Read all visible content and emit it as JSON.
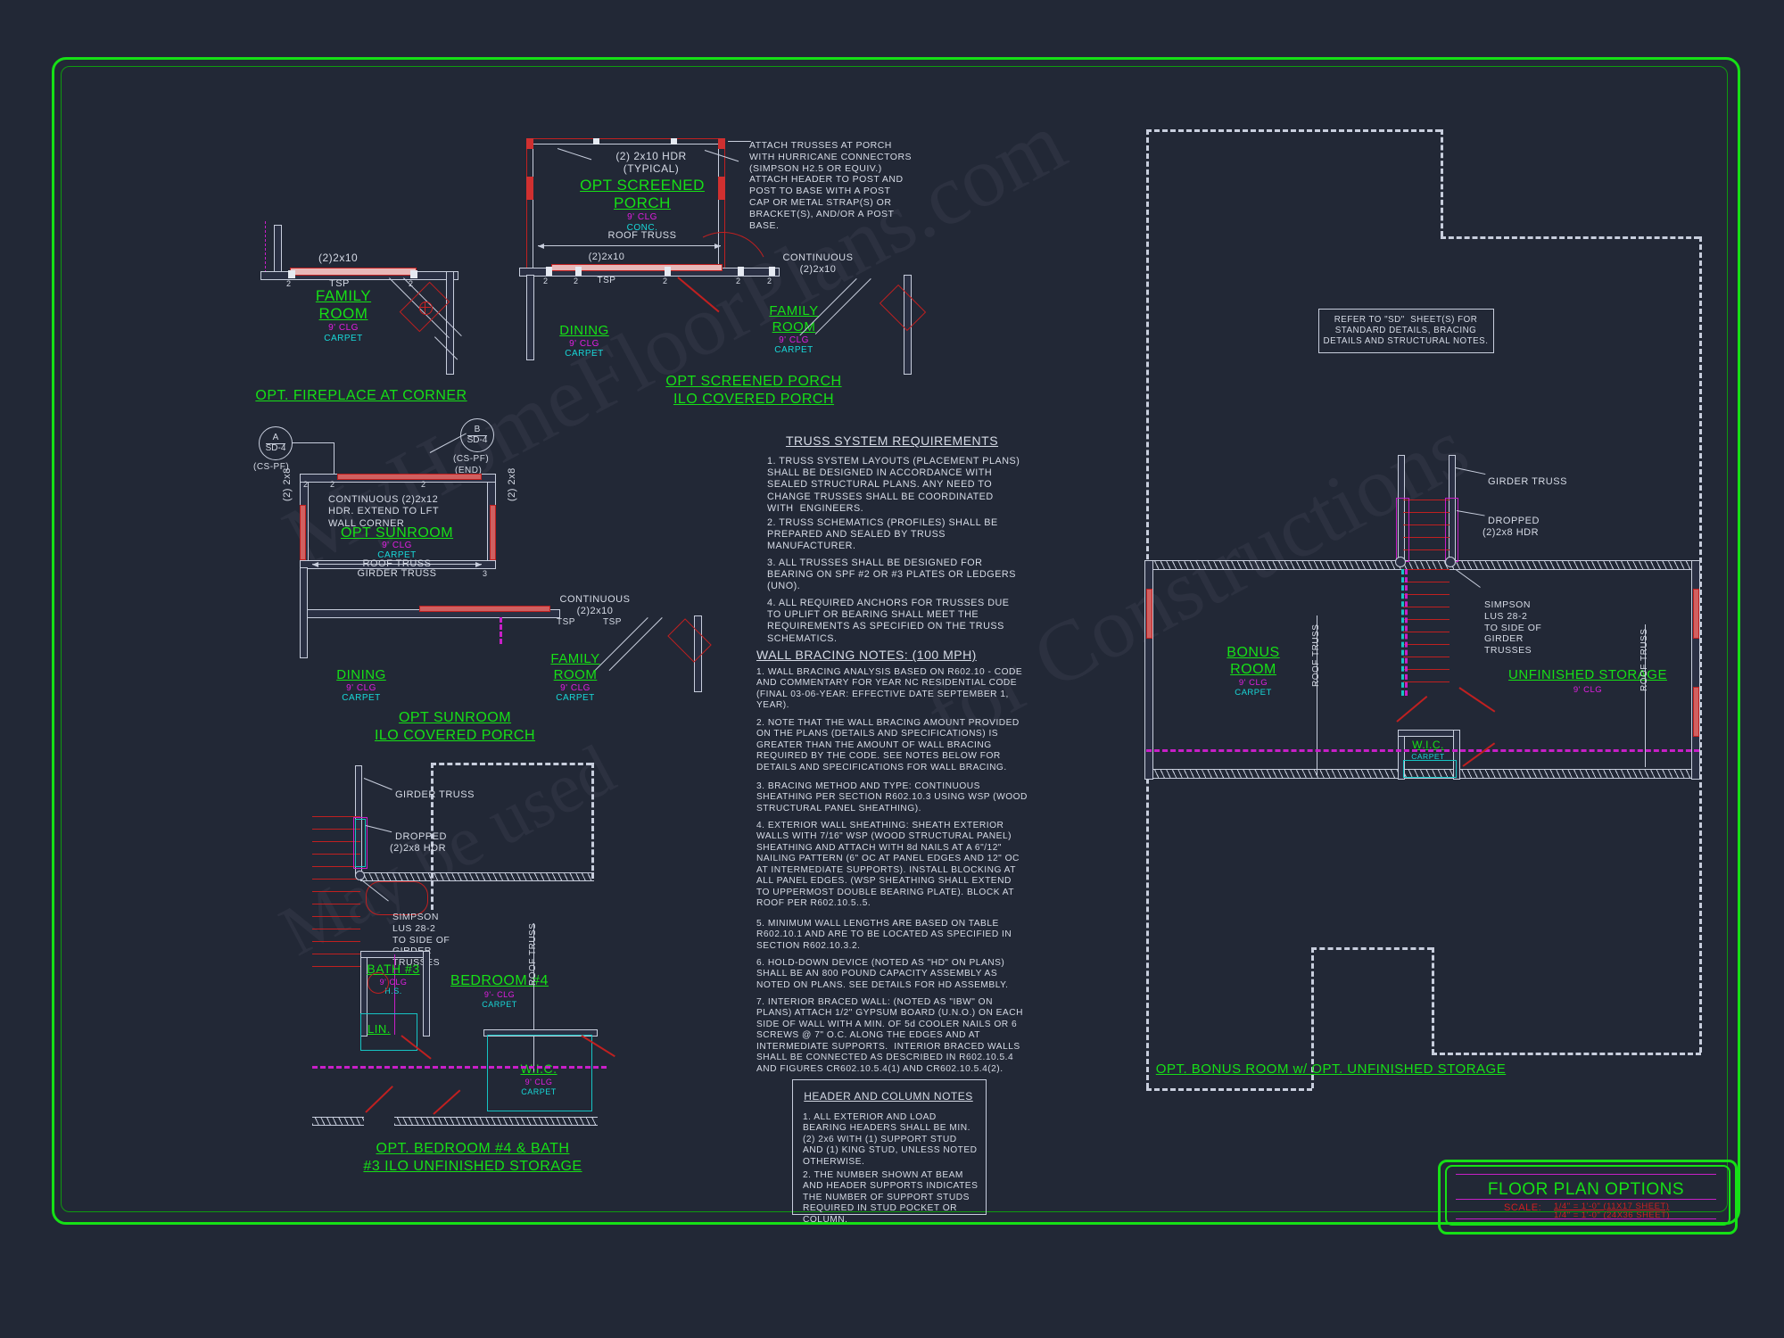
{
  "sheet": {
    "title": "FLOOR PLAN OPTIONS",
    "scale_line_1": "1/4\" = 1'-0\" (11X17 SHEET)",
    "scale_line_2": "1/4\" = 1'-0\" (24X36 SHEET)",
    "scale_label": "SCALE:",
    "watermarks": [
      "MyHomeFloorPlans.com",
      "for Constructions",
      "May be used"
    ]
  },
  "details": {
    "fireplace": {
      "title": "OPT. FIREPLACE AT CORNER",
      "header_label": "(2)2x10",
      "tsp": "TSP",
      "room": {
        "name_line1": "FAMILY",
        "name_line2": "ROOM",
        "clg": "9' CLG",
        "finish": "CARPET"
      },
      "stud_marks": [
        "2",
        "2"
      ]
    },
    "screened_porch": {
      "title_line1": "OPT SCREENED PORCH",
      "title_line2": "ILO COVERED PORCH",
      "hdr_note_1": "(2) 2x10 HDR",
      "hdr_note_2": "(TYPICAL)",
      "porch": {
        "name_line1": "OPT SCREENED",
        "name_line2": "PORCH",
        "clg": "9' CLG",
        "finish": "CONC."
      },
      "roof_truss": "ROOF TRUSS",
      "beam_label": "(2)2x10",
      "tsp": "TSP",
      "continuous_note_1": "CONTINUOUS",
      "continuous_note_2": "(2)2x10",
      "family": {
        "name_line1": "FAMILY",
        "name_line2": "ROOM",
        "clg": "9' CLG",
        "finish": "CARPET"
      },
      "dining": {
        "name": "DINING",
        "clg": "9' CLG",
        "finish": "CARPET"
      },
      "attach_note": "ATTACH TRUSSES AT PORCH\nWITH HURRICANE CONNECTORS\n(SIMPSON H2.5 OR EQUIV.)\nATTACH HEADER TO POST AND\nPOST TO BASE WITH A POST\nCAP OR METAL STRAP(S) OR\nBRACKET(S), AND/OR A POST\nBASE.",
      "stud_marks": [
        "2",
        "2",
        "2",
        "2",
        "2"
      ]
    },
    "sunroom": {
      "title_line1": "OPT SUNROOM",
      "title_line2": "ILO COVERED PORCH",
      "bubble_a": {
        "letter": "A",
        "sheet": "SD-4",
        "sub": "(CS-PF)"
      },
      "bubble_b": {
        "letter": "B",
        "sheet": "SD-4",
        "sub_line1": "(CS-PF)",
        "sub_line2": "(END)"
      },
      "hdr_note": "CONTINUOUS (2)2x12\nHDR. EXTEND TO LFT\nWALL CORNER",
      "room": {
        "name": "OPT SUNROOM",
        "clg": "9' CLG",
        "finish": "CARPET"
      },
      "roof_truss": "ROOF TRUSS",
      "girder_truss": "GIRDER TRUSS",
      "side_beam_left": "(2) 2x8",
      "side_beam_right": "(2) 2x8",
      "continuous_note_1": "CONTINUOUS",
      "continuous_note_2": "(2)2x10",
      "tsp_left": "TSP",
      "tsp_right": "TSP",
      "dining": {
        "name": "DINING",
        "clg": "9' CLG",
        "finish": "CARPET"
      },
      "family": {
        "name_line1": "FAMILY",
        "name_line2": "ROOM",
        "clg": "9' CLG",
        "finish": "CARPET"
      },
      "stud_marks": [
        "2",
        "2",
        "2",
        "3",
        "3"
      ]
    },
    "bedroom4": {
      "title_line1": "OPT. BEDROOM #4 & BATH",
      "title_line2": "#3 ILO UNFINISHED STORAGE",
      "girder_truss": "GIRDER TRUSS",
      "dropped_note_1": "DROPPED",
      "dropped_note_2": "(2)2x8 HDR",
      "simpson_note": "SIMPSON\nLUS 28-2\nTO SIDE OF\nGIRDER\nTRUSSES",
      "bath": {
        "name": "BATH #3",
        "clg": "9' CLG",
        "finish": "H.S."
      },
      "linen": "LIN.",
      "bedroom": {
        "name": "BEDROOM #4",
        "clg": "9'- CLG",
        "finish": "CARPET"
      },
      "wic": {
        "name": "W.I.C.",
        "clg": "9' CLG",
        "finish": "CARPET"
      },
      "roof_truss": "ROOF TRUSS"
    },
    "bonus": {
      "title": "OPT. BONUS ROOM w/ OPT. UNFINISHED STORAGE",
      "refer_note": "REFER TO \"SD\"  SHEET(S) FOR\nSTANDARD DETAILS, BRACING\nDETAILS AND STRUCTURAL NOTES.",
      "girder_truss": "GIRDER TRUSS",
      "dropped_note_1": "DROPPED",
      "dropped_note_2": "(2)2x8 HDR",
      "simpson_note": "SIMPSON\nLUS 28-2\nTO SIDE OF\nGIRDER\nTRUSSES",
      "room": {
        "name_line1": "BONUS",
        "name_line2": "ROOM",
        "clg": "9' CLG",
        "finish": "CARPET"
      },
      "storage": {
        "name": "UNFINISHED STORAGE",
        "clg": "9' CLG"
      },
      "wic": {
        "name": "W.I.C.",
        "finish": "CARPET"
      },
      "roof_truss_left": "ROOF TRUSS",
      "roof_truss_right": "ROOF TRUSS"
    }
  },
  "notes": {
    "truss": {
      "heading": "TRUSS SYSTEM REQUIREMENTS",
      "items": [
        "1. TRUSS SYSTEM LAYOUTS (PLACEMENT PLANS)\nSHALL BE DESIGNED IN ACCORDANCE WITH\nSEALED STRUCTURAL PLANS. ANY NEED TO\nCHANGE TRUSSES SHALL BE COORDINATED\nWITH  ENGINEERS.",
        "2. TRUSS SCHEMATICS (PROFILES) SHALL BE\nPREPARED AND SEALED BY TRUSS\nMANUFACTURER.",
        "3. ALL TRUSSES SHALL BE DESIGNED FOR\nBEARING ON SPF #2 OR #3 PLATES OR LEDGERS\n(UNO).",
        "4. ALL REQUIRED ANCHORS FOR TRUSSES DUE\nTO UPLIFT OR BEARING SHALL MEET THE\nREQUIREMENTS AS SPECIFIED ON THE TRUSS\nSCHEMATICS."
      ]
    },
    "bracing": {
      "heading": "WALL BRACING NOTES: (100 MPH)",
      "items": [
        "1. WALL BRACING ANALYSIS BASED ON R602.10 - CODE\nAND COMMENTARY FOR YEAR NC RESIDENTIAL CODE\n(FINAL 03-06-YEAR: EFFECTIVE DATE SEPTEMBER 1,\nYEAR).",
        "2. NOTE THAT THE WALL BRACING AMOUNT PROVIDED\nON THE PLANS (DETAILS AND SPECIFICATIONS) IS\nGREATER THAN THE AMOUNT OF WALL BRACING\nREQUIRED BY THE CODE. SEE NOTES BELOW FOR\nDETAILS AND SPECIFICATIONS FOR WALL BRACING.",
        "3. BRACING METHOD AND TYPE: CONTINUOUS\nSHEATHING PER SECTION R602.10.3 USING WSP (WOOD\nSTRUCTURAL PANEL SHEATHING).",
        "4. EXTERIOR WALL SHEATHING: SHEATH EXTERIOR\nWALLS WITH 7/16\" WSP (WOOD STRUCTURAL PANEL)\nSHEATHING AND ATTACH WITH 8d NAILS AT A 6\"/12\"\nNAILING PATTERN (6\" OC AT PANEL EDGES AND 12\" OC\nAT INTERMEDIATE SUPPORTS). INSTALL BLOCKING AT\nALL PANEL EDGES. (WSP SHEATHING SHALL EXTEND\nTO UPPERMOST DOUBLE BEARING PLATE). BLOCK AT\nROOF PER R602.10.5..5.",
        "5. MINIMUM WALL LENGTHS ARE BASED ON TABLE\nR602.10.1 AND ARE TO BE LOCATED AS SPECIFIED IN\nSECTION R602.10.3.2.",
        "6. HOLD-DOWN DEVICE (NOTED AS \"HD\" ON PLANS)\nSHALL BE AN 800 POUND CAPACITY ASSEMBLY AS\nNOTED ON PLANS. SEE DETAILS FOR HD ASSEMBLY.",
        "7. INTERIOR BRACED WALL: (NOTED AS \"IBW\" ON\nPLANS) ATTACH 1/2\" GYPSUM BOARD (U.N.O.) ON EACH\nSIDE OF WALL WITH A MIN. OF 5d COOLER NAILS OR 6\nSCREWS @ 7\" O.C. ALONG THE EDGES AND AT\nINTERMEDIATE SUPPORTS.  INTERIOR BRACED WALLS\nSHALL BE CONNECTED AS DESCRIBED IN R602.10.5.4\nAND FIGURES CR602.10.5.4(1) AND CR602.10.5.4(2)."
      ]
    },
    "header_column": {
      "heading": "HEADER AND COLUMN NOTES",
      "items": [
        "1. ALL EXTERIOR AND LOAD\nBEARING HEADERS SHALL BE MIN.\n(2) 2x6 WITH (1) SUPPORT STUD\nAND (1) KING STUD, UNLESS NOTED\nOTHERWISE.",
        "2. THE NUMBER SHOWN AT BEAM\nAND HEADER SUPPORTS INDICATES\nTHE NUMBER OF SUPPORT STUDS\nREQUIRED IN STUD POCKET OR\nCOLUMN."
      ]
    }
  }
}
